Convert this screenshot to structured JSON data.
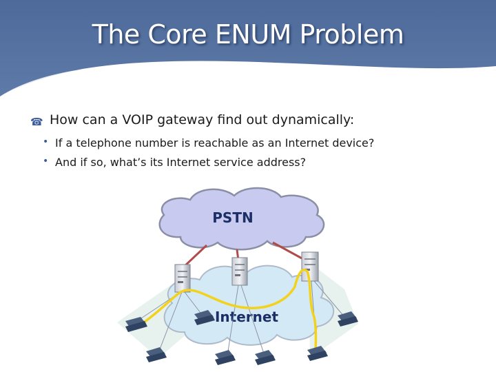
{
  "slide": {
    "title": "The Core ENUM Problem",
    "main_bullet": {
      "icon": "telephone-icon",
      "text": "How can a VOIP gateway find out dynamically:"
    },
    "sub_bullets": [
      "If a telephone number is reachable as an Internet device?",
      "And if so, what’s its Internet service address?"
    ]
  },
  "diagram": {
    "pstn_label": "PSTN",
    "internet_label": "Internet"
  },
  "colors": {
    "header_blue": "#4f6d9e",
    "bullet_blue": "#3b5b9a",
    "call_path": "#f2d21c",
    "pstn_link": "#b24a4a",
    "cloud_fill": "#c8cbef",
    "internet_fill": "#d4e9f6"
  }
}
